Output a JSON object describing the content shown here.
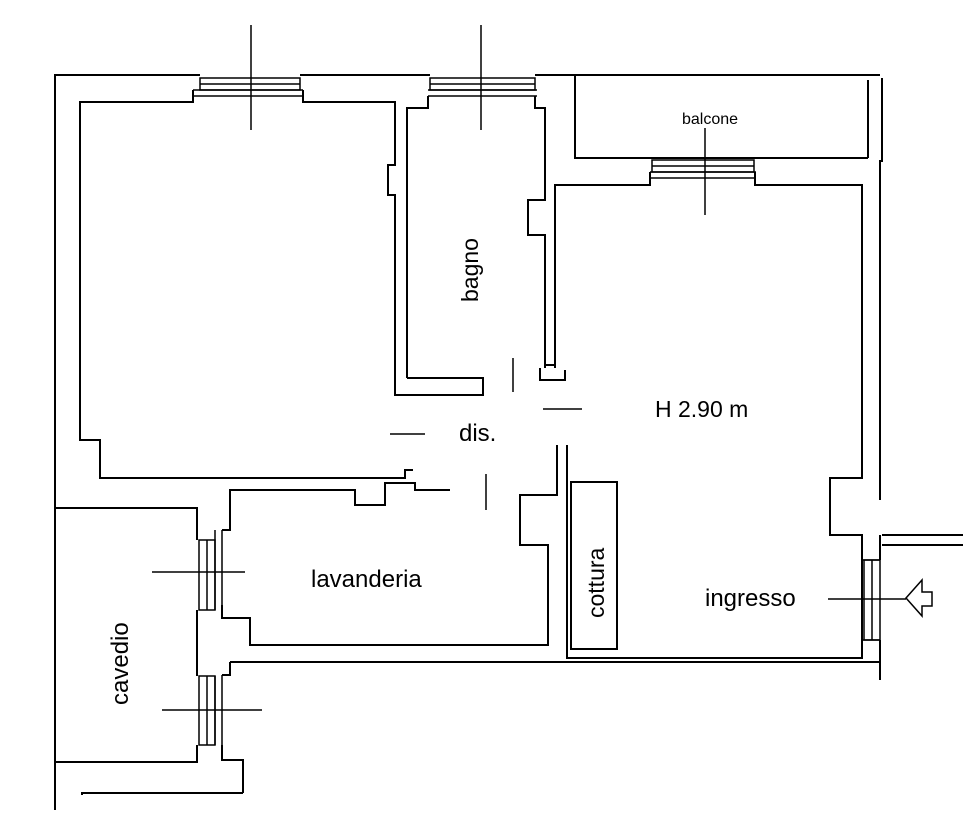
{
  "rooms": {
    "balcone": "balcone",
    "bagno": "bagno",
    "height": "H 2.90 m",
    "dis": "dis.",
    "lavanderia": "lavanderia",
    "cottura": "cottura",
    "ingresso": "ingresso",
    "cavedio": "cavedio"
  },
  "colors": {
    "line": "#000000",
    "background": "#ffffff"
  },
  "icons": {
    "entrance": "entrance-arrow-icon"
  }
}
